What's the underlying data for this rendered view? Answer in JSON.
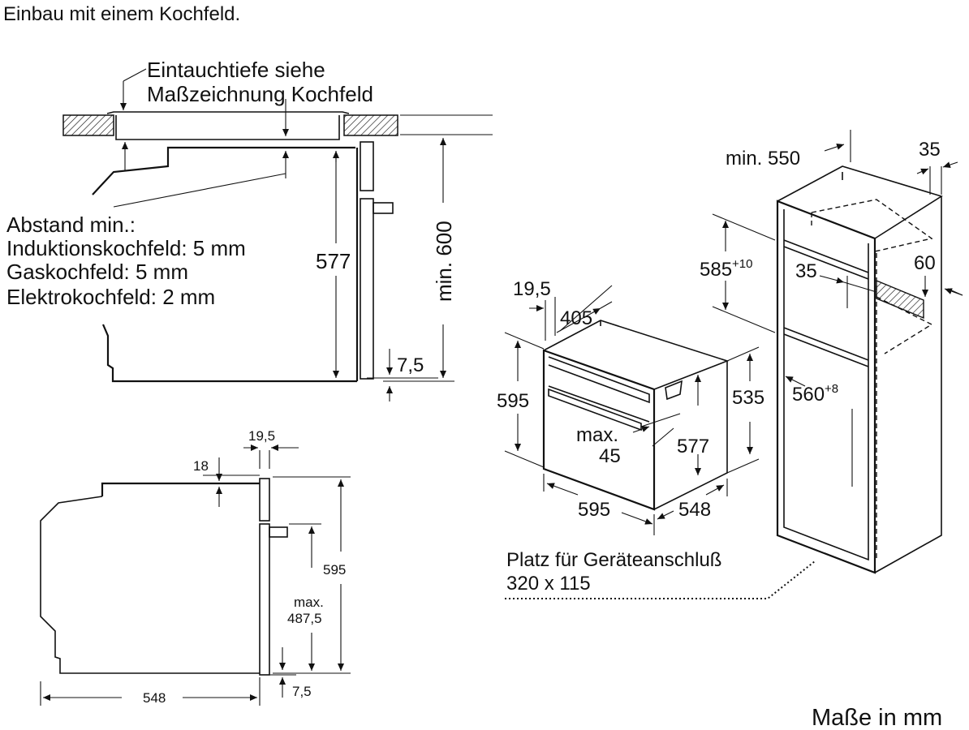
{
  "title": "Einbau mit einem Kochfeld.",
  "units_note": "Maße in mm",
  "section_side": {
    "note_line1": "Eintauchtiefe siehe",
    "note_line2": "Maßzeichnung Kochfeld",
    "distance_title": "Abstand min.:",
    "distance_induction": "Induktionskochfeld: 5 mm",
    "distance_gas": "Gaskochfeld: 5 mm",
    "distance_electric": "Elektrokochfeld: 2 mm",
    "dim_height": "577",
    "dim_min_height": "min. 600",
    "dim_gap": "7,5"
  },
  "side_view": {
    "dim_front": "19,5",
    "dim_panel": "18",
    "dim_total_height": "595",
    "dim_max_label": "max.",
    "dim_max_value": "487,5",
    "dim_bottom_gap": "7,5",
    "dim_depth": "548"
  },
  "oven_iso": {
    "dim_front": "19,5",
    "dim_depth_top": "405",
    "dim_height": "595",
    "dim_max_label": "max.",
    "dim_max_value": "45",
    "dim_inner_height": "577",
    "dim_body_height": "535",
    "dim_width": "595",
    "dim_depth": "548"
  },
  "cabinet": {
    "dim_min_depth": "min. 550",
    "dim_side": "35",
    "dim_niche_height": "585",
    "dim_niche_height_sup": "+10",
    "dim_rail": "35",
    "dim_rail_height": "60",
    "dim_niche_width": "560",
    "dim_niche_width_sup": "+8",
    "connection_line1": "Platz für Geräteanschluß",
    "connection_line2": "320 x 115"
  }
}
